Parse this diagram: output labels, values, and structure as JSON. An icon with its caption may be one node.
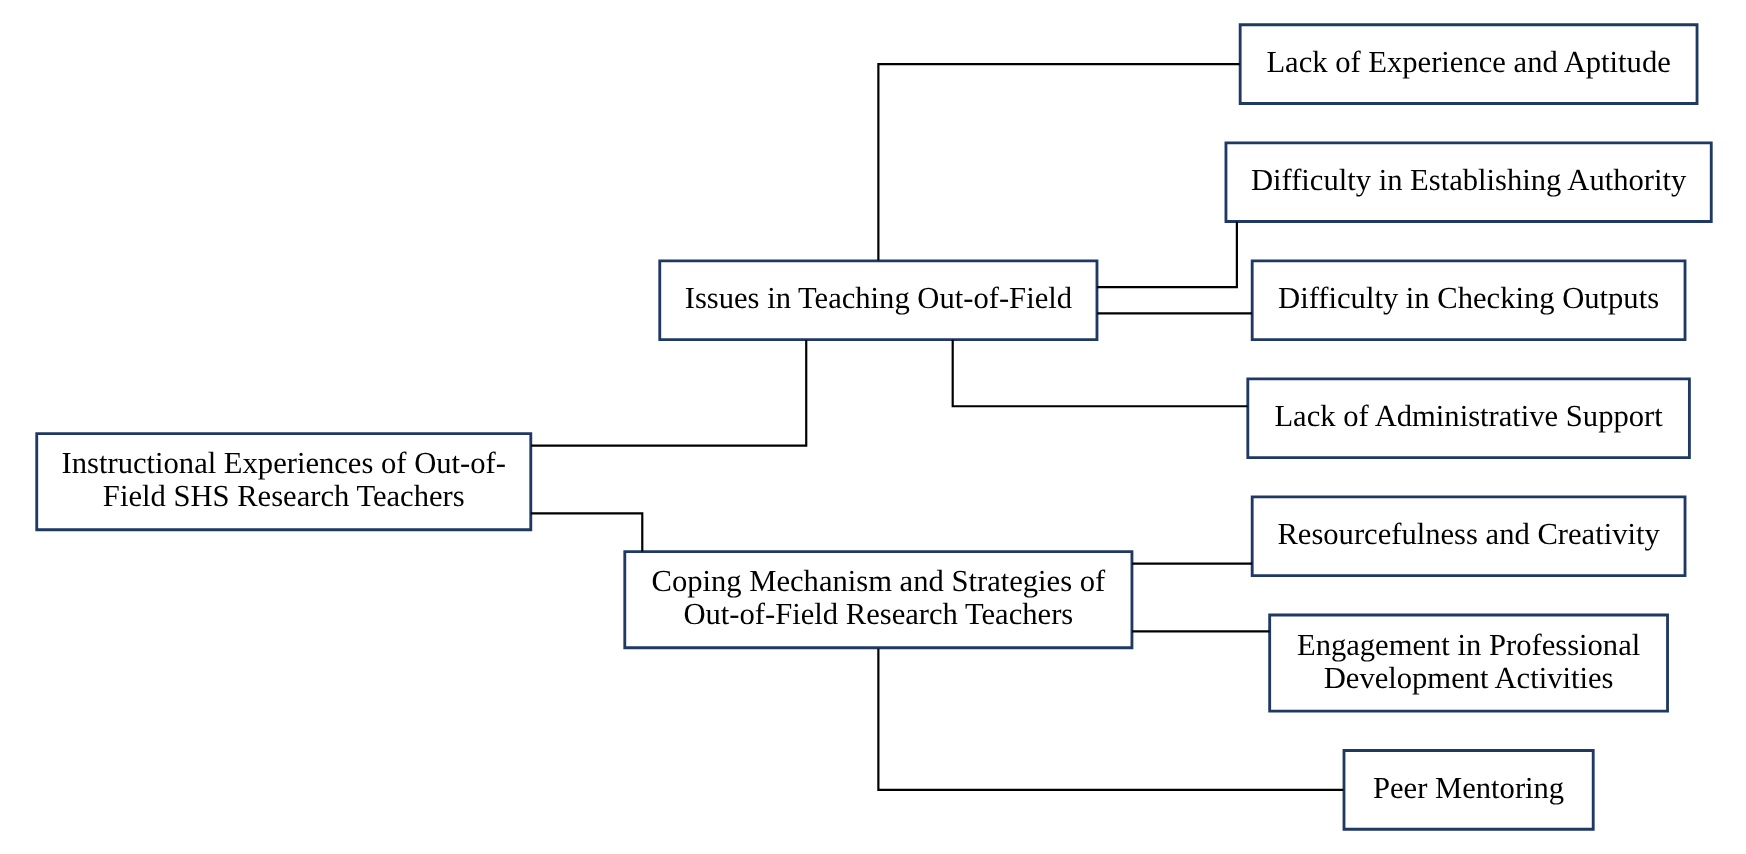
{
  "diagram": {
    "nodes": [
      {
        "text": [
          "Instructional Experiences of Out-of-Field SHS Research Teachers"
        ]
      },
      {
        "text": [
          "Issues in Teaching Out-of-Field"
        ]
      },
      {
        "text": [
          "Lack of Experience and Aptitude"
        ]
      },
      {
        "text": [
          "Difficulty in Establishing Authority"
        ]
      },
      {
        "text": [
          "Difficulty in Checking Outputs"
        ]
      },
      {
        "text": [
          "Lack of Administrative Support"
        ]
      },
      {
        "text": [
          "Coping Mechanism and Strategies of Out-of-Field Research Teachers"
        ]
      },
      {
        "text": [
          "Resourcefulness and Creativity"
        ]
      },
      {
        "text": [
          "Engagement in Professional Development Activities"
        ]
      },
      {
        "text": [
          "Peer Mentoring"
        ]
      }
    ],
    "edges": [
      {
        "from": 0,
        "to": 1,
        "arrow": "none"
      },
      {
        "from": 0,
        "to": 6,
        "arrow": "none"
      },
      {
        "from": 1,
        "to": 2,
        "arrow": "none"
      },
      {
        "from": 1,
        "to": 3,
        "arrow": "none"
      },
      {
        "from": 1,
        "to": 4,
        "arrow": "none"
      },
      {
        "from": 1,
        "to": 5,
        "arrow": "none"
      },
      {
        "from": 6,
        "to": 7,
        "arrow": "none"
      },
      {
        "from": 6,
        "to": 8,
        "arrow": "none"
      },
      {
        "from": 6,
        "to": 9,
        "arrow": "none"
      }
    ]
  }
}
